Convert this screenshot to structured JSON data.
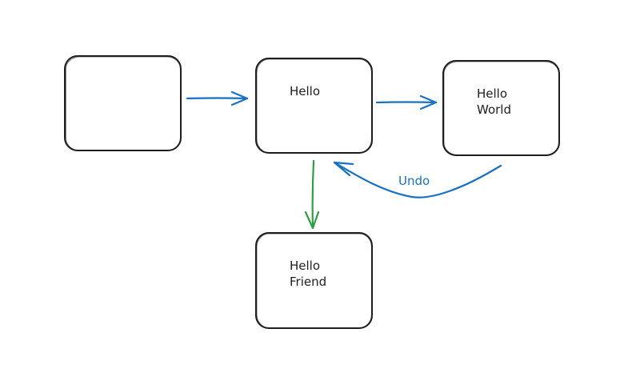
{
  "colors": {
    "stroke": "#1e1e1e",
    "blue_arrow": "#1971c2",
    "green_arrow": "#2f9e44",
    "background": "#ffffff"
  },
  "nodes": {
    "empty": {
      "lines": []
    },
    "hello": {
      "lines": [
        "Hello"
      ]
    },
    "hello_world": {
      "lines": [
        "Hello",
        "World"
      ]
    },
    "hello_friend": {
      "lines": [
        "Hello",
        "Friend"
      ]
    }
  },
  "edges": {
    "undo_label": "Undo"
  }
}
